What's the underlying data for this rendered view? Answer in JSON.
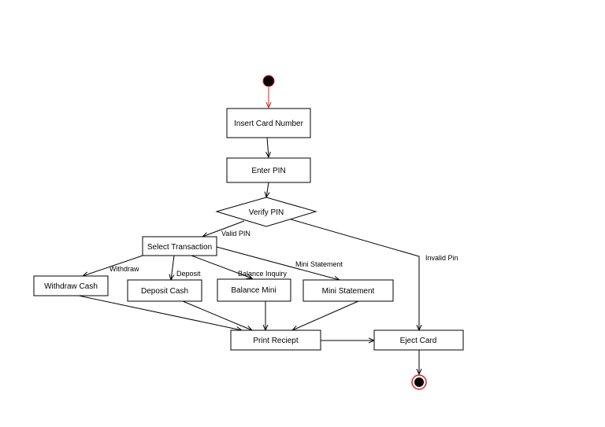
{
  "diagram": {
    "nodes": {
      "insert_card": "Insert Card Number",
      "enter_pin": "Enter PIN",
      "verify_pin": "Verify PIN",
      "select_transaction": "Select Transaction",
      "withdraw_cash": "Withdraw Cash",
      "deposit_cash": "Deposit Cash",
      "balance_mini": "Balance Mini",
      "mini_statement": "Mini Statement",
      "print_receipt": "Print Reciept",
      "eject_card": "Eject Card"
    },
    "edge_labels": {
      "valid_pin": "Valid PIN",
      "invalid_pin": "Invalid Pin",
      "withdraw": "Withdraw",
      "deposit": "Deposit",
      "balance_inquiry": "Balance Inquiry",
      "mini_statement": "Mini Statement"
    },
    "colors": {
      "line": "#000000",
      "start_edge": "#e02020",
      "end_ring": "#e02020",
      "node_fill": "#ffffff"
    }
  }
}
